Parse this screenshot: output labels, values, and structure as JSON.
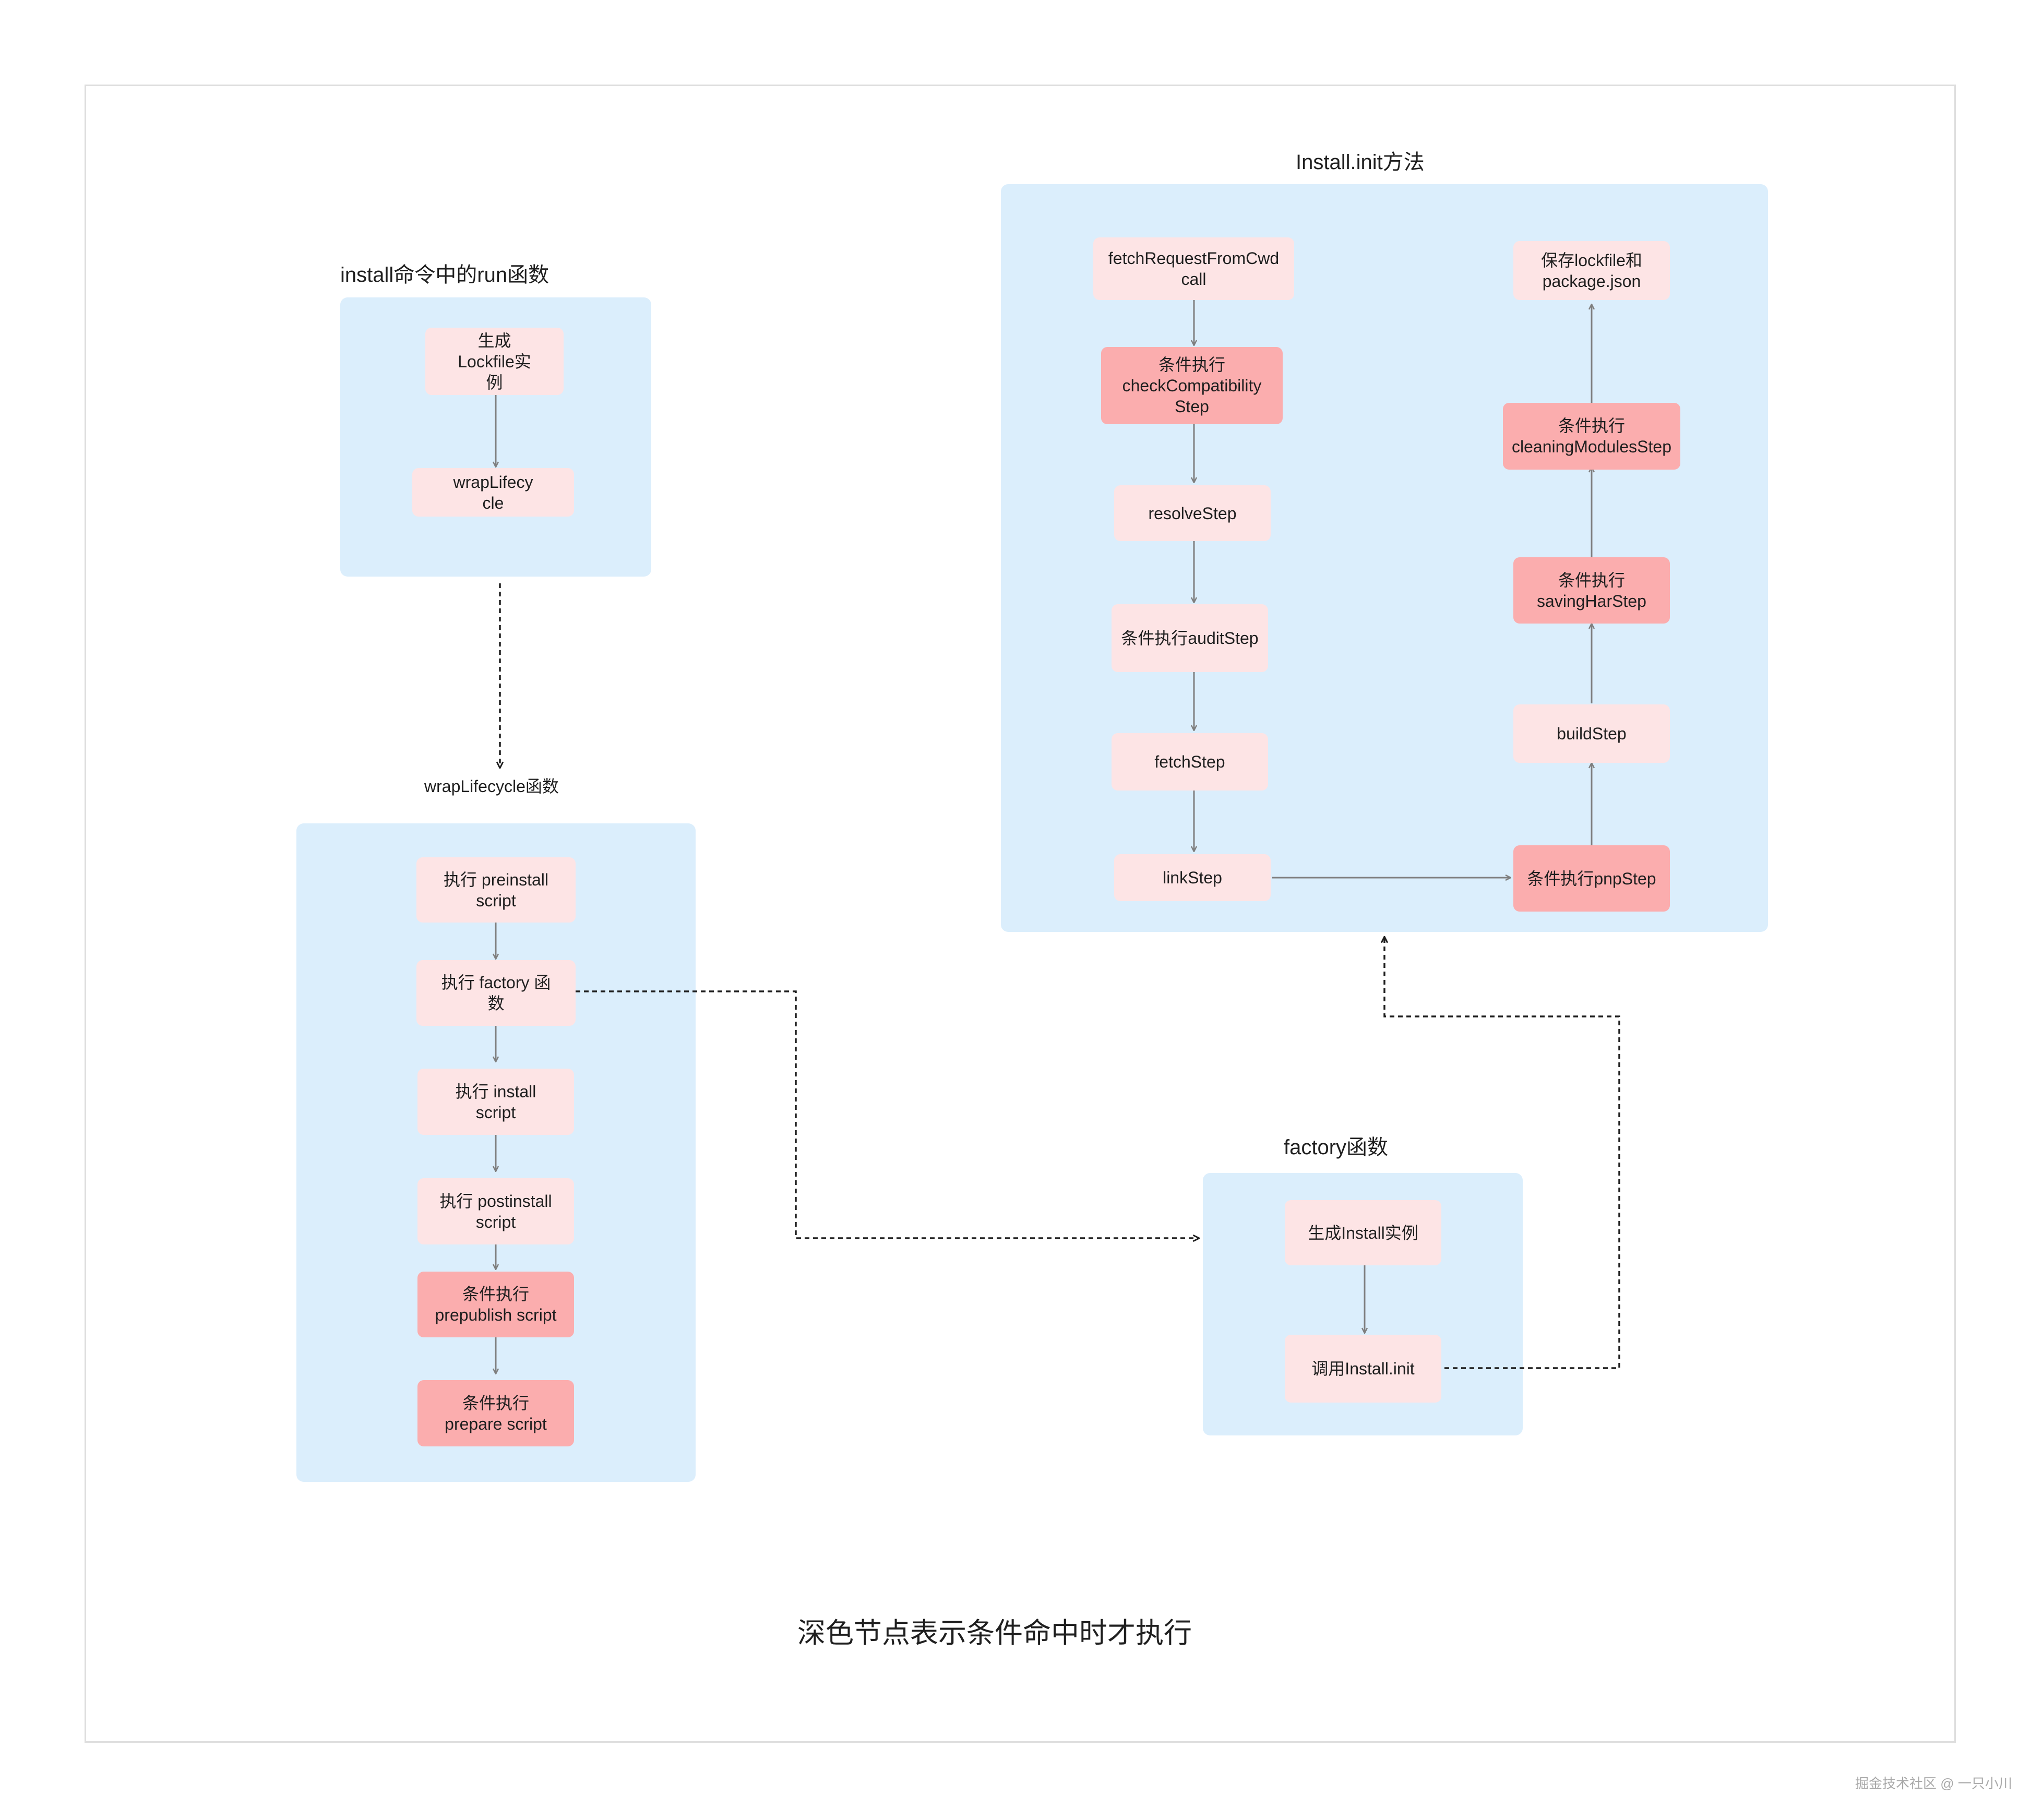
{
  "groups": {
    "run": {
      "title": "install命令中的run函数"
    },
    "wrap": {
      "title": "wrapLifecycle函数"
    },
    "init": {
      "title": "Install.init方法"
    },
    "factory": {
      "title": "factory函数"
    }
  },
  "nodes": {
    "run_lockfile": "生成\nLockfile实\n例",
    "run_wrap": "wrapLifecy\ncle",
    "wrap_preinstall": "执行 preinstall\nscript",
    "wrap_factory": "执行 factory 函\n数",
    "wrap_install": "执行 install\nscript",
    "wrap_postinstall": "执行 postinstall\nscript",
    "wrap_prepublish": "条件执行\nprepublish script",
    "wrap_prepare": "条件执行\nprepare script",
    "init_fetchrequest": "fetchRequestFromCwd\ncall",
    "init_compat": "条件执行\ncheckCompatibility\nStep",
    "init_resolve": "resolveStep",
    "init_audit": "条件执行auditStep",
    "init_fetch": "fetchStep",
    "init_link": "linkStep",
    "init_pnp": "条件执行pnpStep",
    "init_build": "buildStep",
    "init_har": "条件执行\nsavingHarStep",
    "init_cleaning": "条件执行\ncleaningModulesStep",
    "init_save": "保存lockfile和\npackage.json",
    "factory_create": "生成Install实例",
    "factory_call": "调用Install.init"
  },
  "legend_note": "深色节点表示条件命中时才执行",
  "watermark": "掘金技术社区 @ 一只小川",
  "colors": {
    "group_bg": "#dbeefc",
    "node_light": "#fde4e5",
    "node_dark": "#fbadae",
    "solid_arrow": "#7f7f7f",
    "dashed_arrow": "#1f1f1f"
  }
}
